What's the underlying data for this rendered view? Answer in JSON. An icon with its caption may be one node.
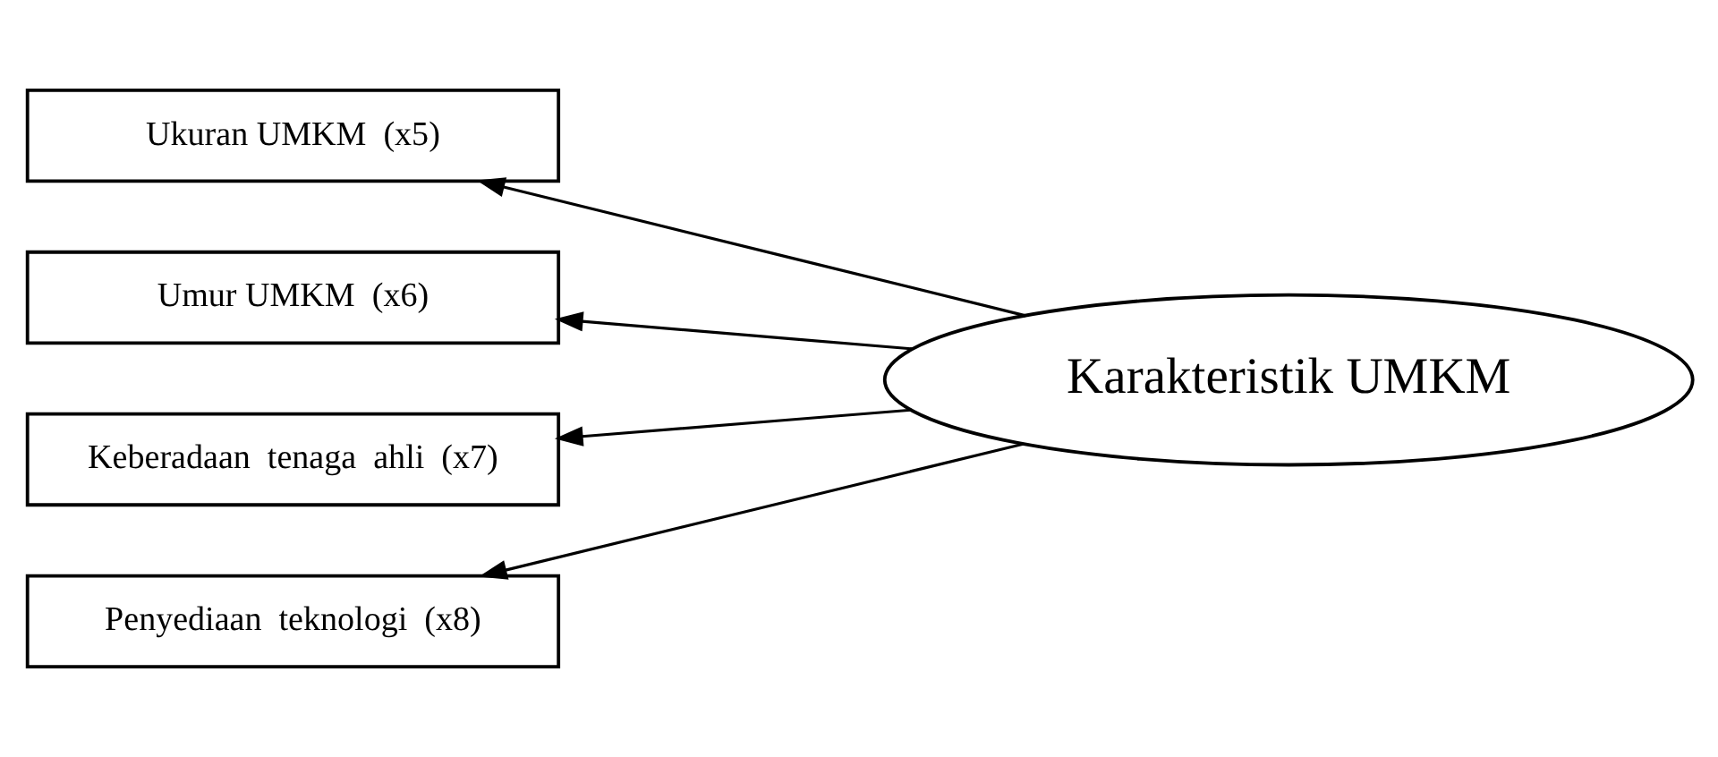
{
  "diagram": {
    "nodes": [
      {
        "text": [
          "Ukuran UMKM  (x5)"
        ]
      },
      {
        "text": [
          "Umur UMKM  (x6)"
        ]
      },
      {
        "text": [
          "Keberadaan  tenaga  ahli  (x7)"
        ]
      },
      {
        "text": [
          "Penyediaan  teknologi  (x8)"
        ]
      },
      {
        "text": [
          "Karakteristik UMKM"
        ]
      }
    ],
    "edges": [
      {
        "from": 4,
        "to": 0,
        "arrow": "to"
      },
      {
        "from": 4,
        "to": 1,
        "arrow": "to"
      },
      {
        "from": 4,
        "to": 2,
        "arrow": "to"
      },
      {
        "from": 4,
        "to": 3,
        "arrow": "to"
      }
    ]
  }
}
